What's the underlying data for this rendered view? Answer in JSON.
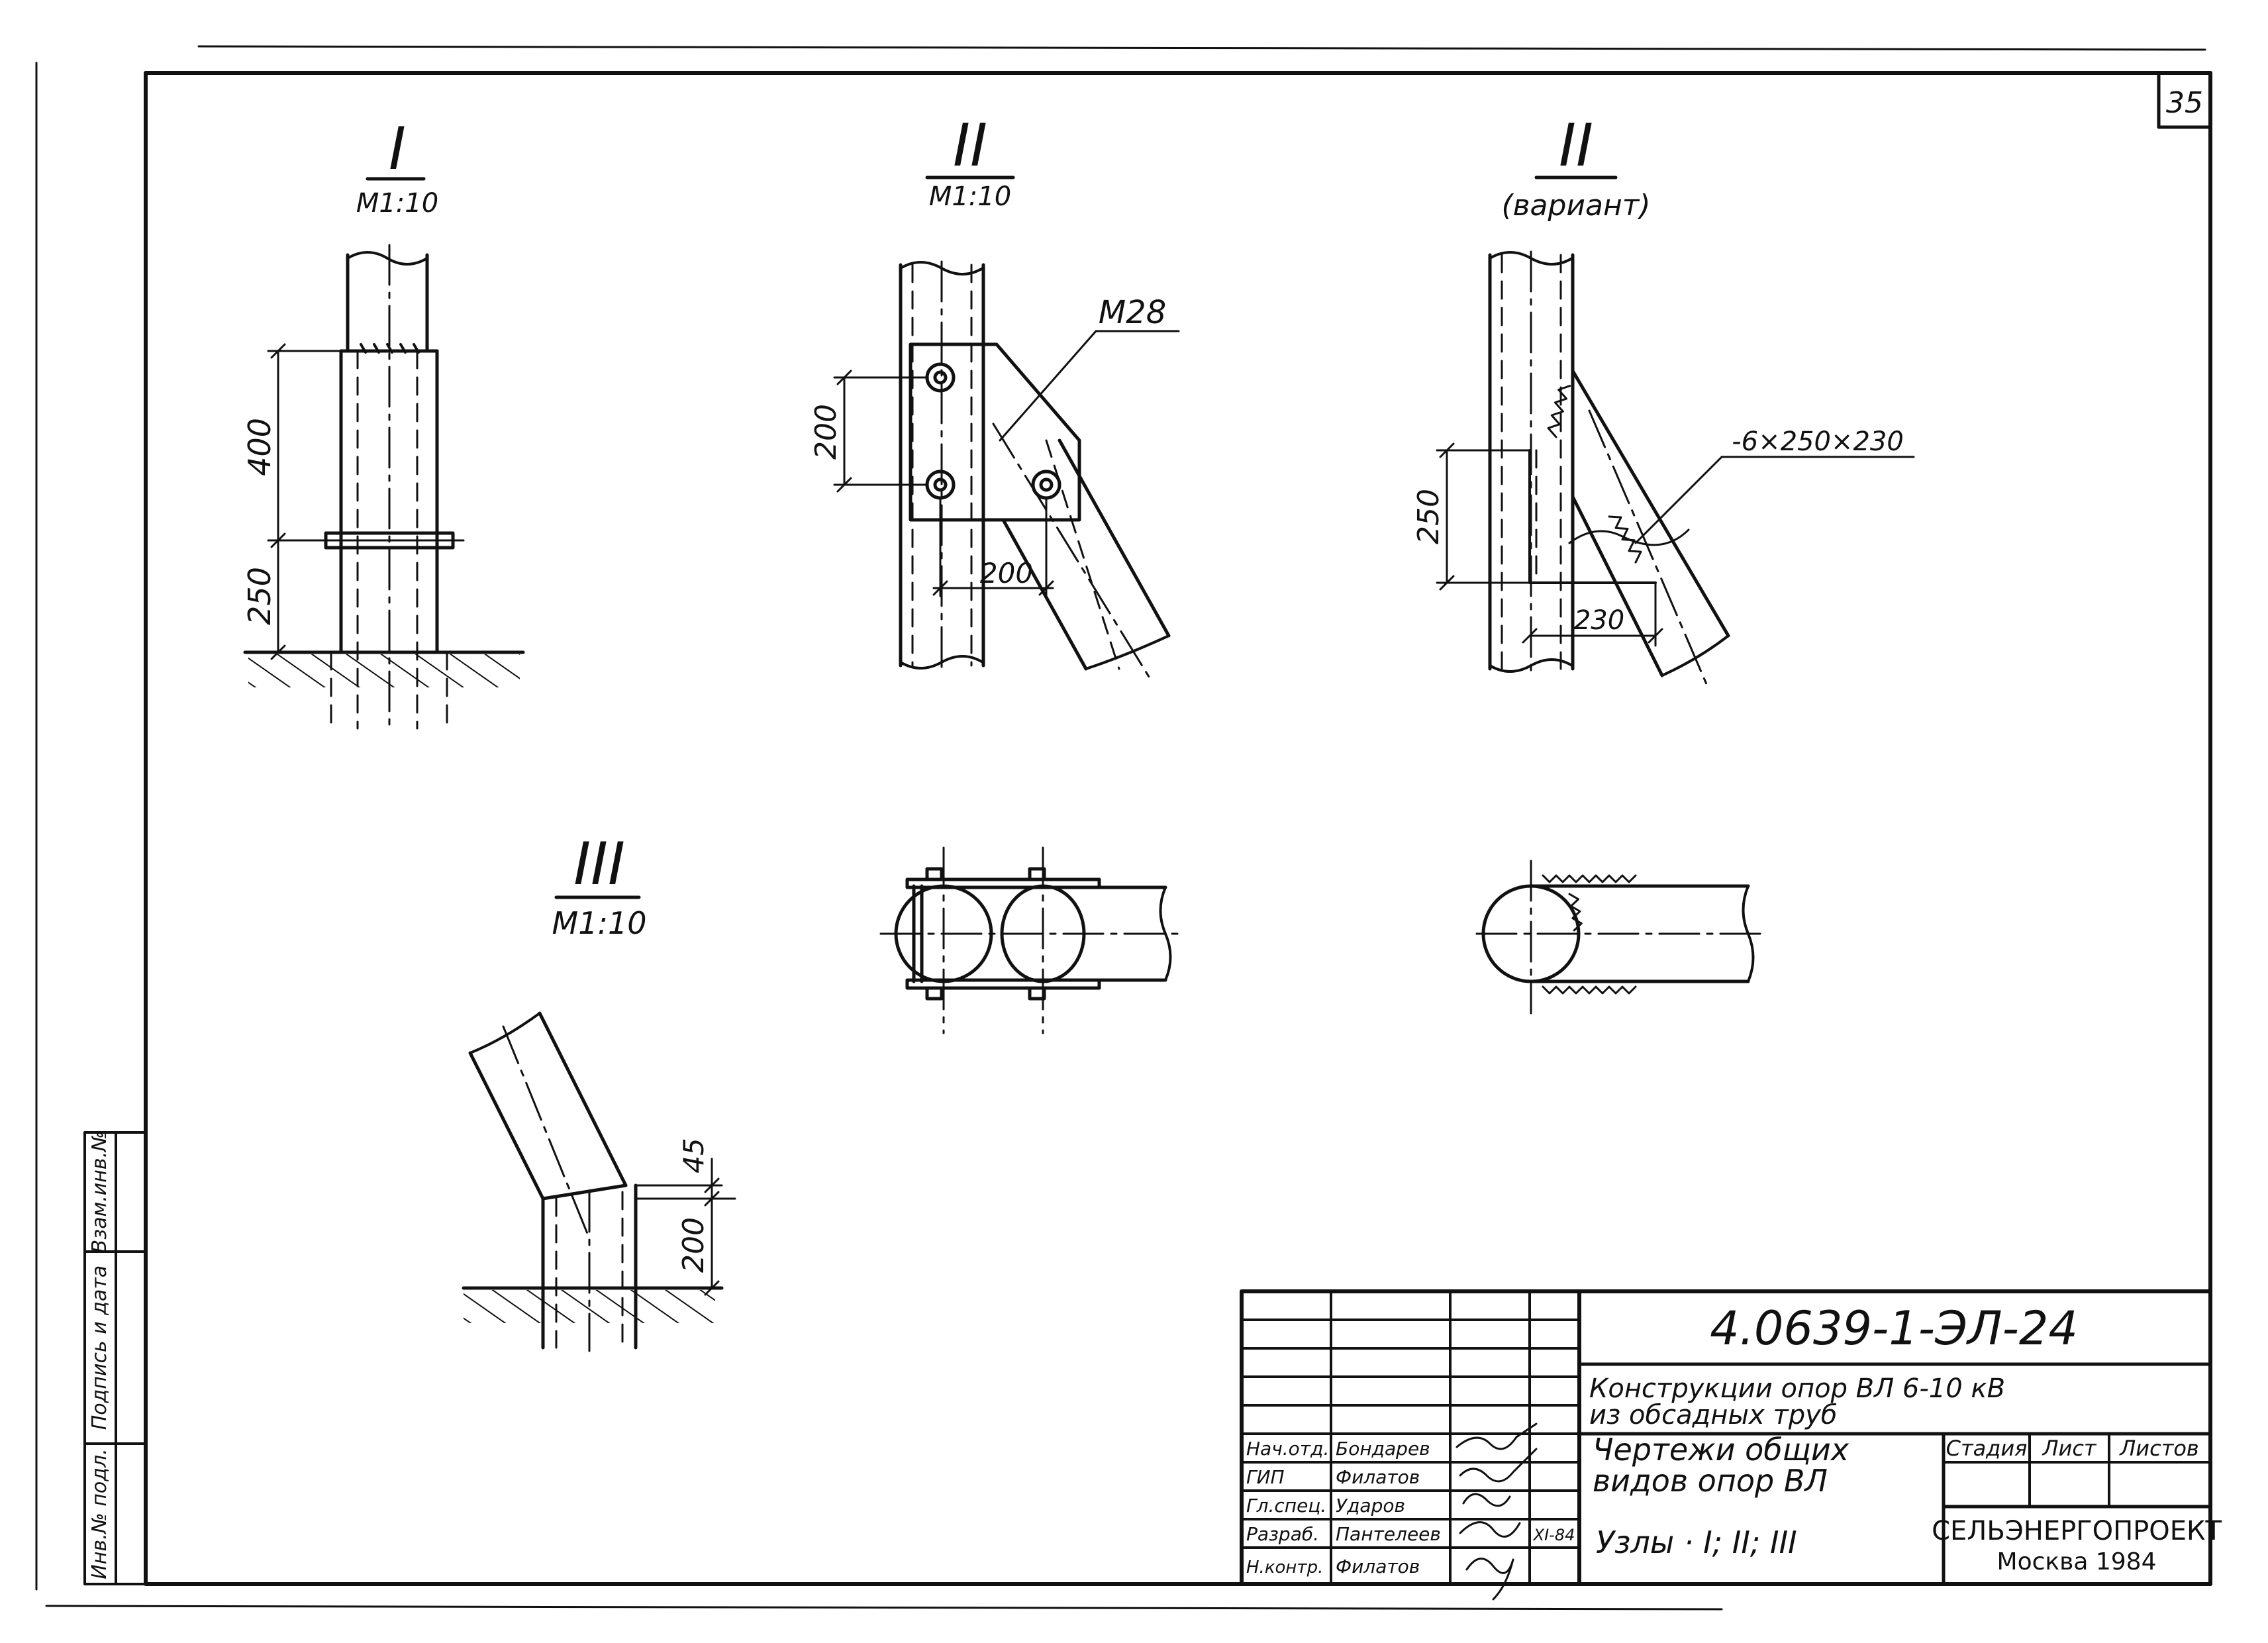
{
  "sheet_number": "35",
  "views": {
    "node1": {
      "title": "I",
      "scale": "М1:10",
      "dim_upper": "400",
      "dim_lower": "250"
    },
    "node2": {
      "title": "II",
      "scale": "М1:10",
      "bolt_label": "М28",
      "dim_vertical": "200",
      "dim_horizontal": "200"
    },
    "node2v": {
      "title": "II",
      "subtitle": "(вариант)",
      "plate_label": "-6×250×230",
      "dim_vertical": "250",
      "dim_horizontal": "230"
    },
    "node3": {
      "title": "III",
      "scale": "М1:10",
      "dim_top": "45",
      "dim_bottom": "200"
    }
  },
  "side_stamp": [
    "Инв.№ подл.",
    "Подпись и дата",
    "Взам.инв.№"
  ],
  "title_block": {
    "code": "4.0639-1-ЭЛ-24",
    "project_line1": "Конструкции опор ВЛ 6-10 кВ",
    "project_line2": "из обсадных труб",
    "drawing_line1": "Чертежи общих",
    "drawing_line2": "видов опор ВЛ",
    "drawing_line3": "Узлы · I; II; III",
    "stage_header": "Стадия",
    "sheet_header": "Лист",
    "sheets_header": "Листов",
    "org_line1": "СЕЛЬЭНЕРГОПРОЕКТ",
    "org_line2": "Москва 1984",
    "date": "XI-84",
    "signatories": [
      {
        "role": "Нач.отд.",
        "name": "Бондарев"
      },
      {
        "role": "ГИП",
        "name": "Филатов"
      },
      {
        "role": "Гл.спец.",
        "name": "Ударов"
      },
      {
        "role": "Разраб.",
        "name": "Пантелеев"
      },
      {
        "role": "Н.контр.",
        "name": "Филатов"
      }
    ]
  }
}
